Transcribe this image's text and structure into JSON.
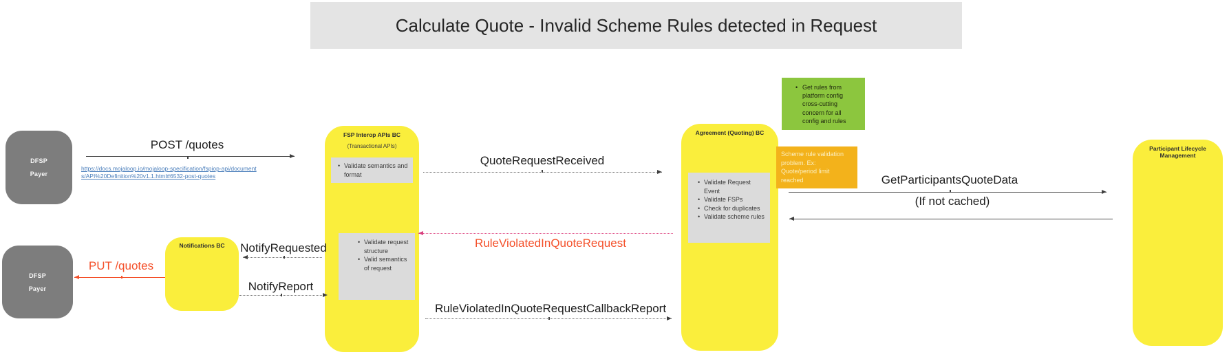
{
  "title": "Calculate Quote - Invalid Scheme Rules detected in Request",
  "boxes": {
    "dfsp_top": {
      "line1": "DFSP",
      "line2": "Payer"
    },
    "dfsp_bottom": {
      "line1": "DFSP",
      "line2": "Payer"
    },
    "notifications": {
      "title": "Notifications BC"
    },
    "fsp_interop": {
      "title": "FSP Interop APIs BC",
      "subtitle": "(Transactional APIs)",
      "note_top": [
        "Validate semantics and format"
      ],
      "note_bottom": [
        "Validate request structure",
        "Valid semantics of request"
      ]
    },
    "agreement": {
      "title": "Agreement (Quoting) BC",
      "note": [
        "Validate Request Event",
        "Validate FSPs",
        "Check for duplicates",
        "Validate scheme rules"
      ]
    },
    "participant": {
      "title": "Participant Lifecycle Management"
    }
  },
  "sticky_notes": {
    "green_note": [
      "Get rules from platform config cross-cutting concern for all config and rules"
    ],
    "orange_note": "Scheme rule validation problem. Ex: Quote/period limit reached"
  },
  "messages": {
    "post_quotes": "POST /quotes",
    "post_quotes_link": "https://docs.mojaloop.io/mojaloop-specification/fspiop-api/documents/API%20Definition%20v1.1.html#6532-post-quotes",
    "quote_request_received": "QuoteRequestReceived",
    "get_participants_quote_data": "GetParticipantsQuoteData",
    "if_not_cached": "(If not cached)",
    "rule_violated_in_quote_request": "RuleViolatedInQuoteRequest",
    "notify_requested": "NotifyRequested",
    "notify_report": "NotifyReport",
    "put_quotes": "PUT /quotes",
    "rule_violated_callback_report": "RuleViolatedInQuoteRequestCallbackReport"
  },
  "colors": {
    "shape_yellow": "#FAEE3C",
    "actor_gray": "#7D7D7D",
    "note_gray": "#DBDBDB",
    "green": "#8CC63E",
    "orange": "#F3B21B",
    "title_bg": "#E4E4E4",
    "link_blue": "#4A7EBB",
    "error_red": "#F4502A",
    "pink": "#E0558C"
  }
}
